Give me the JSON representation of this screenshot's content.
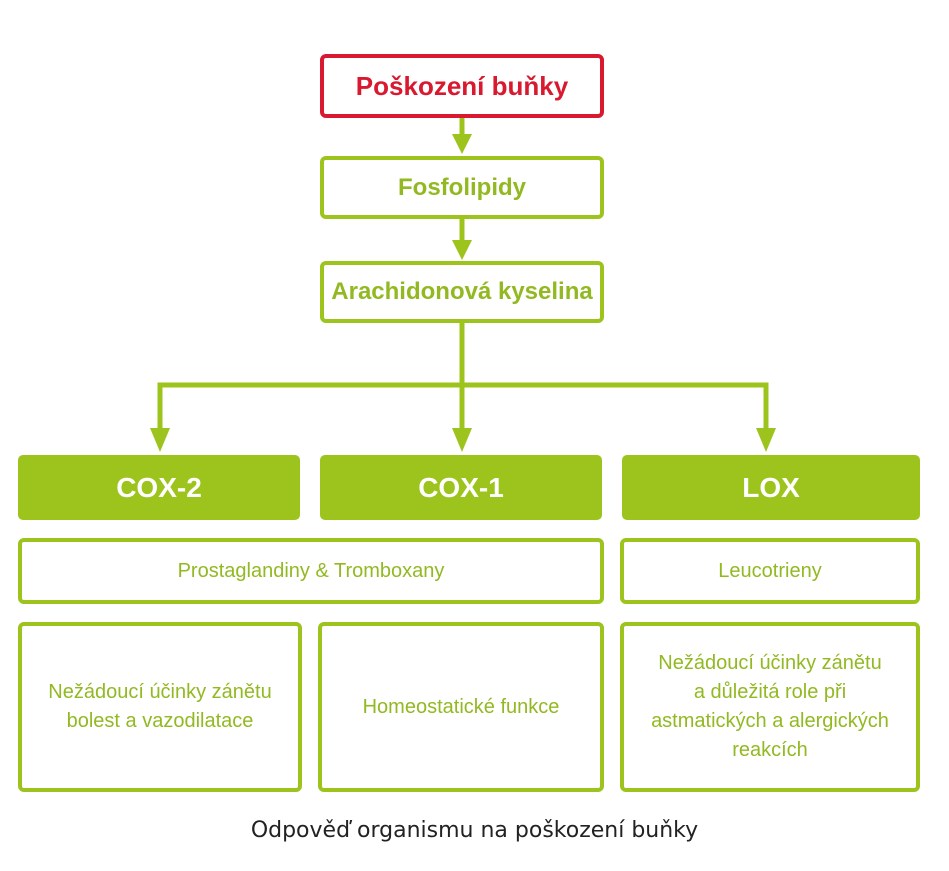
{
  "colors": {
    "green": "#9dc41d",
    "red": "#d8192f",
    "text_green": "#92b922"
  },
  "flow": {
    "step1": "Poškození buňky",
    "step2": "Fosfolipidy",
    "step3": "Arachidonová kyselina"
  },
  "enzymes": {
    "cox2": "COX-2",
    "cox1": "COX-1",
    "lox": "LOX"
  },
  "products": {
    "cox": "Prostaglandiny & Tromboxany",
    "lox": "Leucotrieny"
  },
  "effects": {
    "cox2": [
      "Nežádoucí účinky zánětu",
      "bolest a vazodilatace"
    ],
    "cox1": [
      "Homeostatické funkce"
    ],
    "lox": [
      "Nežádoucí účinky zánětu",
      "a důležitá role při",
      "astmatických a alergických",
      "reakcích"
    ]
  },
  "caption": "Odpověď organismu na poškození buňky"
}
